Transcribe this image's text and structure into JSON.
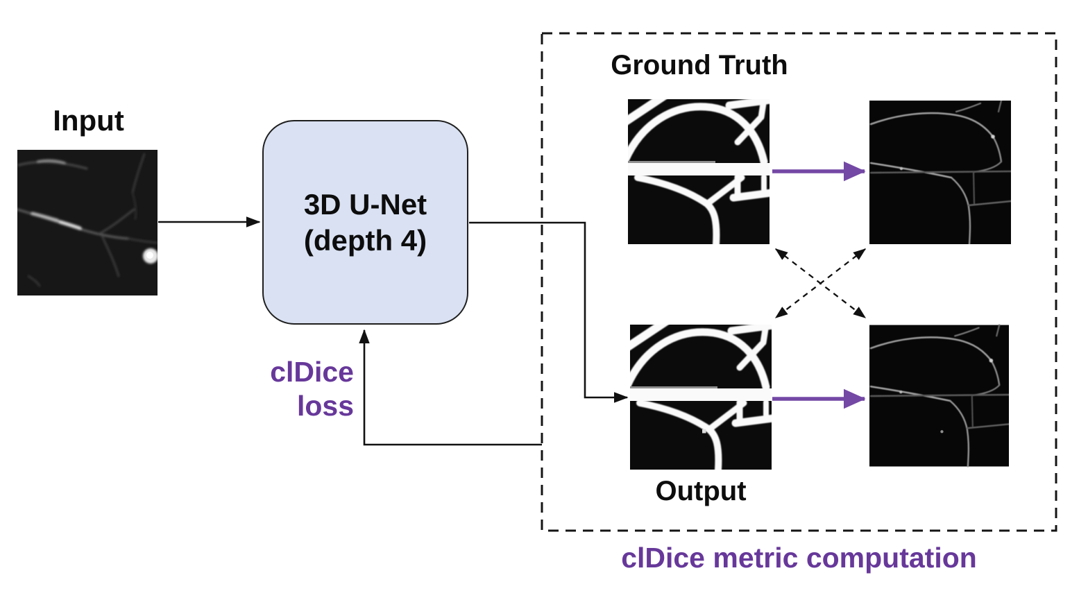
{
  "figure": {
    "type": "method-pipeline-diagram",
    "background": "#ffffff"
  },
  "labels": {
    "input": "Input",
    "unet_line1": "3D U-Net",
    "unet_line2": "(depth 4)",
    "ground_truth": "Ground Truth",
    "output": "Output",
    "loss_line1": "clDice",
    "loss_line2": "loss",
    "caption": "clDice metric computation"
  },
  "colors": {
    "purple_text": "#67389a",
    "purple_arrow": "#7448a5",
    "unet_fill": "#d9e1f2",
    "line_black": "#111111",
    "bg": "#ffffff"
  },
  "images": [
    {
      "name": "input-micrograph"
    },
    {
      "name": "ground-truth-mask"
    },
    {
      "name": "ground-truth-skeleton"
    },
    {
      "name": "output-mask"
    },
    {
      "name": "output-skeleton"
    }
  ],
  "connections": [
    {
      "from": "input-micrograph",
      "to": "unet-box",
      "style": "solid-black-arrow"
    },
    {
      "from": "unet-box",
      "to": "output-mask",
      "style": "solid-black-elbow-arrow"
    },
    {
      "from": "metric-box",
      "to": "unet-box",
      "style": "solid-black-elbow-arrow",
      "label": "clDice loss"
    },
    {
      "from": "ground-truth-mask",
      "to": "ground-truth-skeleton",
      "style": "purple-arrow"
    },
    {
      "from": "output-mask",
      "to": "output-skeleton",
      "style": "purple-arrow"
    },
    {
      "from": "ground-truth-mask",
      "to": "output-skeleton",
      "style": "dashed-double-arrow"
    },
    {
      "from": "output-mask",
      "to": "ground-truth-skeleton",
      "style": "dashed-double-arrow"
    }
  ]
}
